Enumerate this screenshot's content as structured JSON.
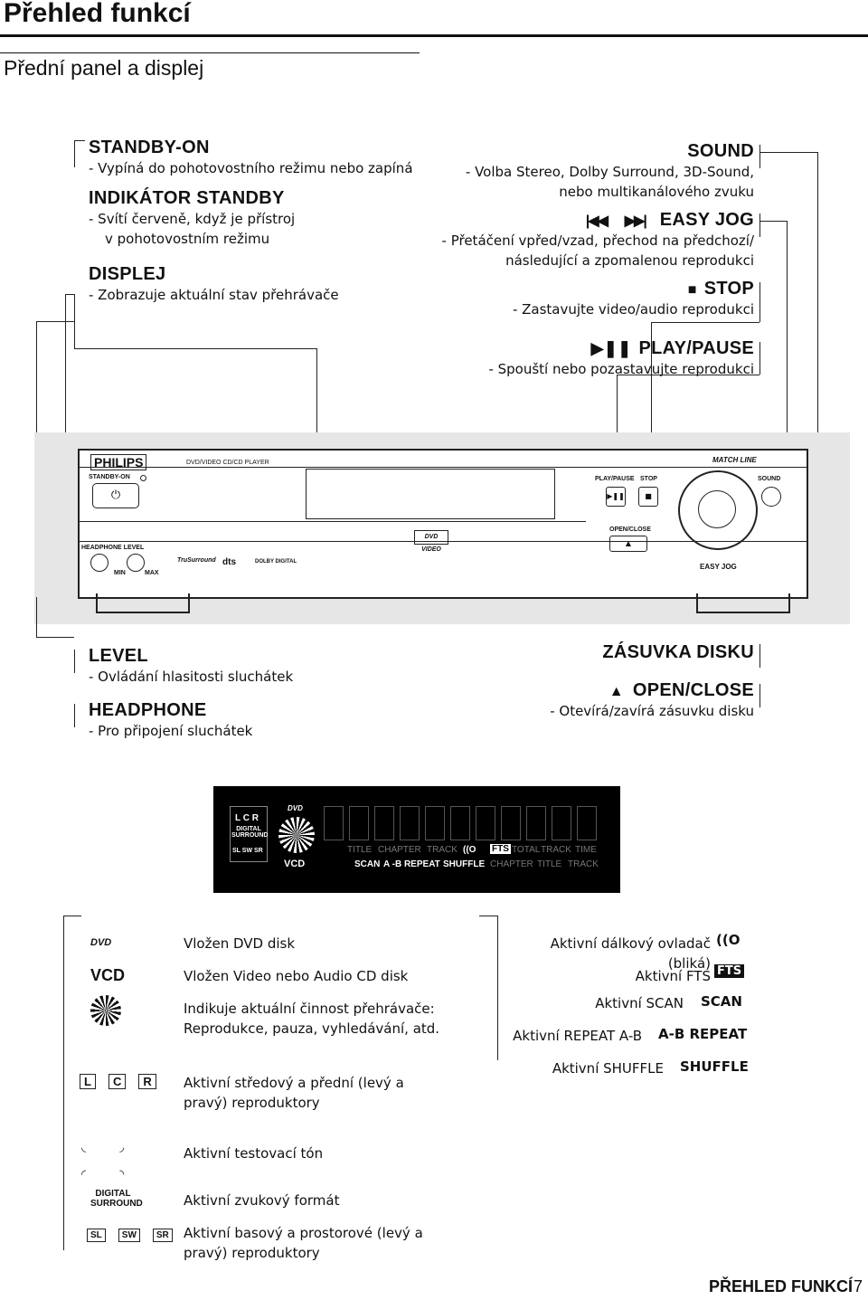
{
  "page": {
    "title": "Přehled funkcí",
    "subtitle": "Přední panel a displej",
    "footer": "PŘEHLED FUNKCÍ",
    "page_number": "7"
  },
  "left_callouts": [
    {
      "label": "STANDBY-ON",
      "lines": [
        "- Vypíná do pohotovostního režimu nebo zapíná"
      ]
    },
    {
      "label": "INDIKÁTOR STANDBY",
      "lines": [
        "- Svítí červeně, když je přístroj",
        "v pohotovostním režimu"
      ]
    },
    {
      "label": "DISPLEJ",
      "lines": [
        "- Zobrazuje aktuální stav přehrávače"
      ]
    }
  ],
  "right_callouts": [
    {
      "label": "SOUND",
      "lines": [
        "- Volba Stereo, Dolby Surround, 3D-Sound,",
        "nebo multikanálového zvuku"
      ]
    },
    {
      "label": "EASY JOG",
      "lines": [
        "- Přetáčení vpřed/vzad, přechod na předchozí/",
        "následující a zpomalenou reprodukci"
      ]
    },
    {
      "label": "STOP",
      "lines": [
        "- Zastavujte video/audio reprodukci"
      ]
    },
    {
      "label": "PLAY/PAUSE",
      "lines": [
        "- Spouští nebo pozastavujte reprodukci"
      ]
    }
  ],
  "bottom_left_callouts": [
    {
      "label": "LEVEL",
      "lines": [
        "- Ovládání hlasitosti sluchátek"
      ]
    },
    {
      "label": "HEADPHONE",
      "lines": [
        "- Pro připojení sluchátek"
      ]
    }
  ],
  "bottom_right_callouts": [
    {
      "label": "ZÁSUVKA DISKU",
      "lines": []
    },
    {
      "label": "OPEN/CLOSE",
      "lines": [
        "- Otevírá/zavírá zásuvku disku"
      ]
    }
  ],
  "device": {
    "brand": "PHILIPS",
    "model_text": "DVD/VIDEO CD/CD PLAYER",
    "line_logo": "MATCH LINE",
    "standby_label": "STANDBY-ON",
    "play_pause_label": "PLAY/PAUSE",
    "stop_label": "STOP",
    "sound_label": "SOUND",
    "open_close_label": "OPEN/CLOSE",
    "easy_jog_label": "EASY JOG",
    "headphone_level_label": "HEADPHONE  LEVEL",
    "min_label": "MIN",
    "max_label": "MAX",
    "trusurround": "TruSurround",
    "dts": "dts",
    "dolby": "DOLBY DIGITAL",
    "dvd_logo": "DVD VIDEO"
  },
  "display": {
    "digital_surround": "DIGITAL SURROUND",
    "lcr": [
      "L",
      "C",
      "R"
    ],
    "subs": [
      "SL",
      "SW",
      "SR"
    ],
    "vcd": "VCD",
    "dvd": "DVD",
    "row1": [
      "TITLE",
      "CHAPTER",
      "TRACK",
      "((O",
      "FTS",
      "TOTAL",
      "TRACK",
      "TIME"
    ],
    "row2": [
      "SCAN",
      "A -B REPEAT",
      "SHUFFLE",
      "CHAPTER",
      "TITLE",
      "TRACK"
    ]
  },
  "legend_left": [
    {
      "icon": "DVD",
      "text": "Vložen DVD disk"
    },
    {
      "icon": "VCD",
      "text": "Vložen Video nebo Audio CD disk"
    },
    {
      "icon": "disc-activity",
      "text": "Indikuje aktuální činnost přehrávače: Reprodukce, pauza, vyhledávání, atd."
    },
    {
      "icon": "LCR",
      "text": "Aktivní středový a přední (levý a pravý) reproduktory"
    },
    {
      "icon": "test-tone",
      "text": "Aktivní testovací tón"
    },
    {
      "icon": "DIGITAL SURROUND",
      "text": "Aktivní zvukový formát"
    },
    {
      "icon": "SL SW SR",
      "text": "Aktivní basový a prostorové (levý a pravý) reproduktory"
    }
  ],
  "legend_right": [
    {
      "text": "Aktivní dálkový ovladač (bliká)",
      "icon": "((O"
    },
    {
      "text": "Aktivní FTS",
      "icon": "FTS"
    },
    {
      "text": "Aktivní SCAN",
      "icon": "SCAN"
    },
    {
      "text": "Aktivní REPEAT A-B",
      "icon": "A-B REPEAT"
    },
    {
      "text": "Aktivní SHUFFLE",
      "icon": "SHUFFLE"
    }
  ]
}
